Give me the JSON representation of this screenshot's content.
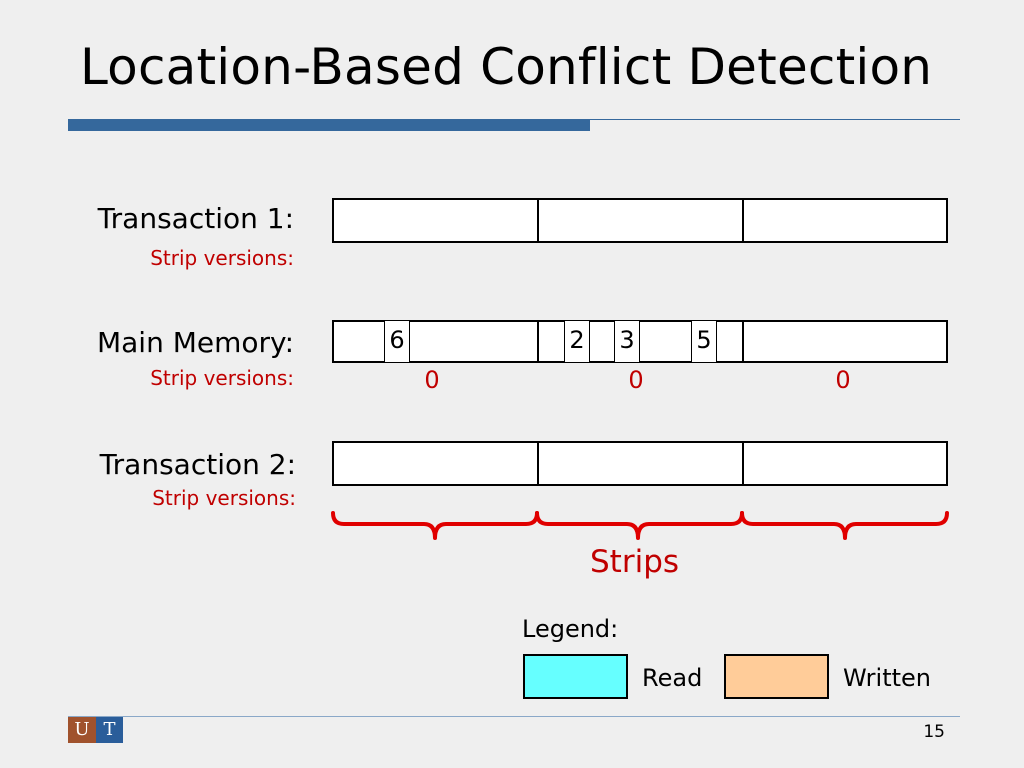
{
  "title": "Location-Based Conflict Detection",
  "rows": {
    "t1": {
      "label": "Transaction 1:",
      "sub": "Strip versions:"
    },
    "mem": {
      "label": "Main Memory:",
      "sub": "Strip versions:"
    },
    "t2": {
      "label": "Transaction 2:",
      "sub": "Strip versions:"
    }
  },
  "memory_cells": [
    "6",
    "2",
    "3",
    "5"
  ],
  "strip_versions": [
    "0",
    "0",
    "0"
  ],
  "strips_label": "Strips",
  "legend": {
    "title": "Legend:",
    "read": {
      "label": "Read",
      "color": "#66ffff"
    },
    "written": {
      "label": "Written",
      "color": "#ffcc99"
    }
  },
  "footer": {
    "logo_left": "U",
    "logo_right": "T",
    "page_number": "15"
  }
}
